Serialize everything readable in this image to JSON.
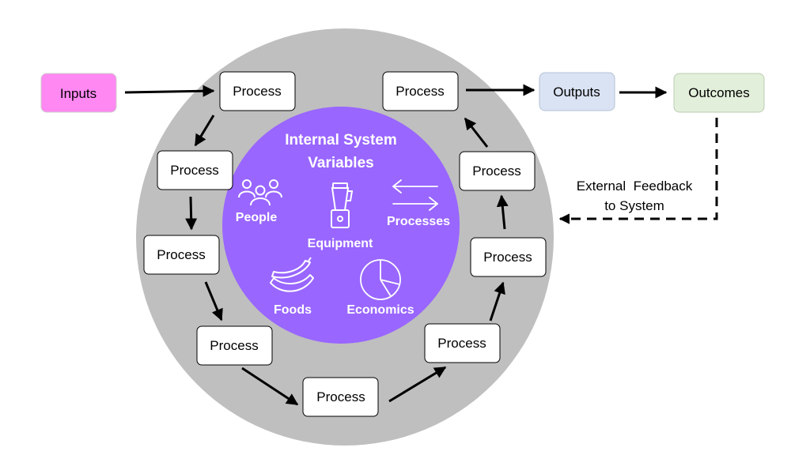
{
  "colors": {
    "outer_ring": "#bfbfbf",
    "inner_circle": "#9966ff",
    "inputs_fill": "#ff88f2",
    "outputs_fill": "#dae3f3",
    "outcomes_fill": "#e2efda",
    "process_fill": "#ffffff",
    "arrow": "#000000"
  },
  "nodes": {
    "inputs": "Inputs",
    "outputs": "Outputs",
    "outcomes": "Outcomes",
    "process_label": "Process"
  },
  "inner": {
    "title_line1": "Internal System",
    "title_line2": "Variables",
    "people": "People",
    "equipment": "Equipment",
    "processes": "Processes",
    "foods": "Foods",
    "economics": "Economics"
  },
  "feedback": {
    "line1": "External  Feedback",
    "line2": "to System"
  }
}
